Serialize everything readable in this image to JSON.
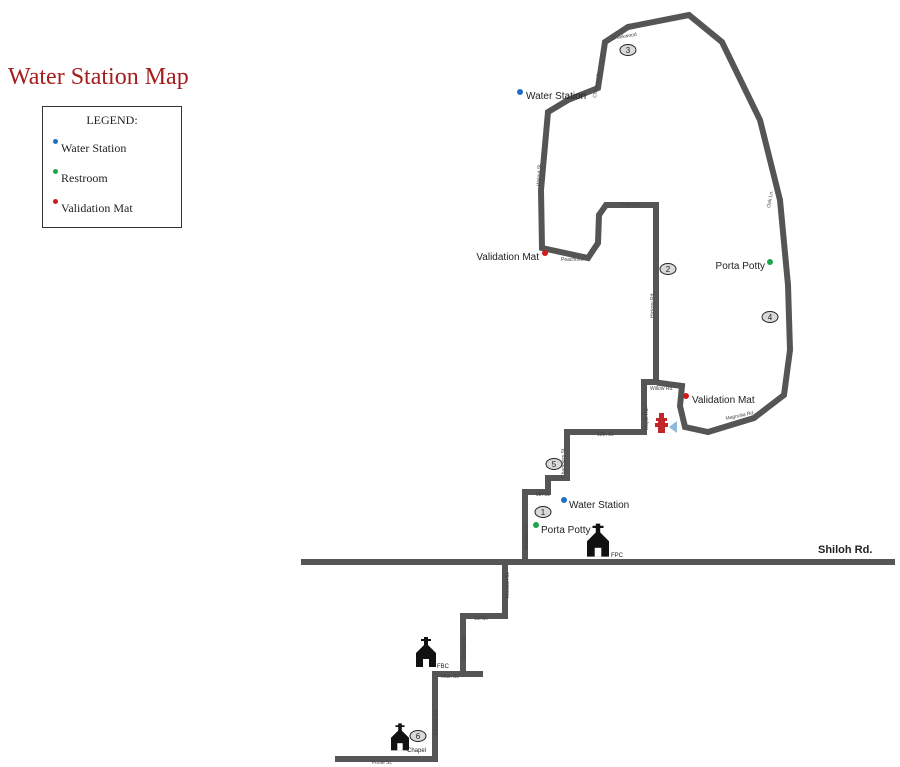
{
  "title": "Water Station Map",
  "legend": {
    "heading": "LEGEND:",
    "items": [
      {
        "label": "Water Station",
        "color": "#1f6fc4"
      },
      {
        "label": "Restroom",
        "color": "#1ea64a"
      },
      {
        "label": "Validation Mat",
        "color": "#d11b1b"
      }
    ]
  },
  "streets": {
    "creekwood": "Creekwood",
    "chestnut": "Chestnut Dr.",
    "walnut": "Walnut St.",
    "peachtree": "Peachtree",
    "pine": "Pine Rd.",
    "hickory": "Hickory Rd.",
    "oak": "Oak Ln.",
    "willow": "Willow Rd.",
    "magnolia": "Magnolia Rd.",
    "maple": "Maple Rd.",
    "twelfth": "12th St.",
    "chambers": "Chambers St.",
    "eighth": "8th St.",
    "madison_n": "Madison St.",
    "shiloh": "Shiloh Rd.",
    "madison_s": "Madison St.",
    "first": "1st St.",
    "fillmore_n": "Fillmore St.",
    "main": "Main St.",
    "fillmore_s": "Fillmore St.",
    "foote": "Foote St."
  },
  "places": {
    "fpc": "FPC",
    "fbc": "FBC",
    "chapel": "Chapel"
  },
  "pois": {
    "water_top": "Water Station",
    "validation_left": "Validation Mat",
    "porta_right": "Porta Potty",
    "validation_right": "Validation Mat",
    "water_mid": "Water Station",
    "porta_mid": "Porta Potty"
  },
  "markers": [
    "1",
    "2",
    "3",
    "4",
    "5",
    "6"
  ],
  "colors": {
    "title": "#a51d1d",
    "road": "#555555",
    "water": "#1f6fc4",
    "restroom": "#1ea64a",
    "validation": "#d11b1b",
    "marker_fill": "#d9d9d9"
  }
}
